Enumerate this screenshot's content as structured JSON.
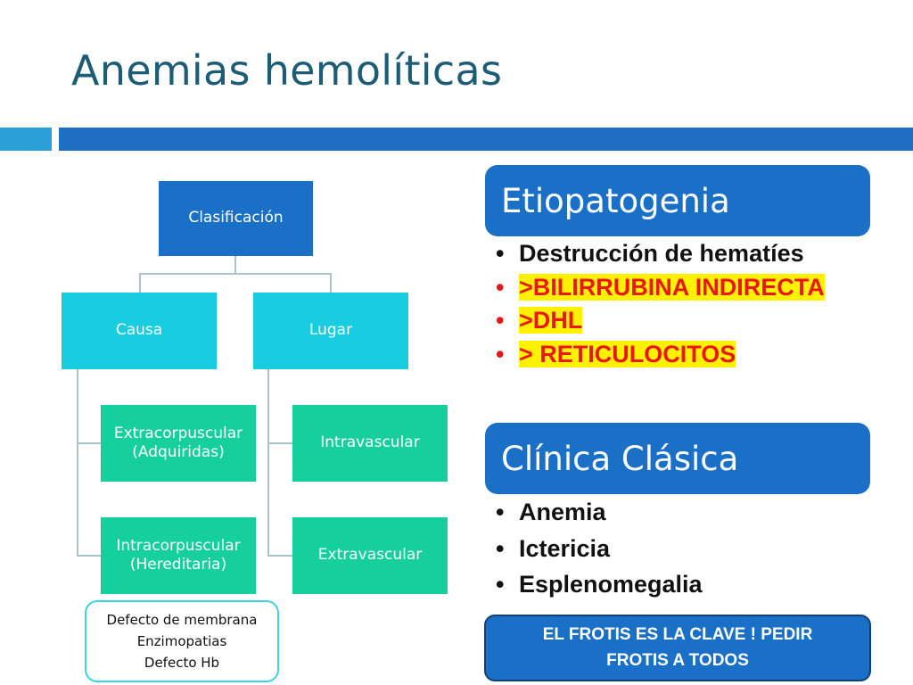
{
  "slide": {
    "title": "Anemias hemolíticas"
  },
  "diagram": {
    "root": "Clasificación",
    "causa": {
      "label": "Causa",
      "children": [
        "Extracorpuscular\n(Adquiridas)",
        "Intracorpuscular\n(Hereditaria)"
      ]
    },
    "lugar": {
      "label": "Lugar",
      "children": [
        "Intravascular",
        "Extravascular"
      ]
    },
    "note": [
      "Defecto de membrana",
      "Enzimopatias",
      "Defecto Hb"
    ]
  },
  "etiopatogenia": {
    "header": "Etiopatogenia",
    "bullets": [
      "Destrucción de hematíes",
      ">BILIRRUBINA INDIRECTA",
      ">DHL",
      "> RETICULOCITOS"
    ]
  },
  "clinica": {
    "header": "Clínica Clásica",
    "bullets": [
      "Anemia",
      "Ictericia",
      "Esplenomegalia"
    ]
  },
  "callout": {
    "line1": "EL FROTIS ES LA CLAVE ! PEDIR",
    "line2": "FROTIS A TODOS"
  },
  "colors": {
    "title": "#1c5c77",
    "root_box": "#1a6fc6",
    "level2_box": "#18cde0",
    "level3_box": "#15cf9c",
    "highlight": "#fff100",
    "red_text": "#e81818"
  }
}
